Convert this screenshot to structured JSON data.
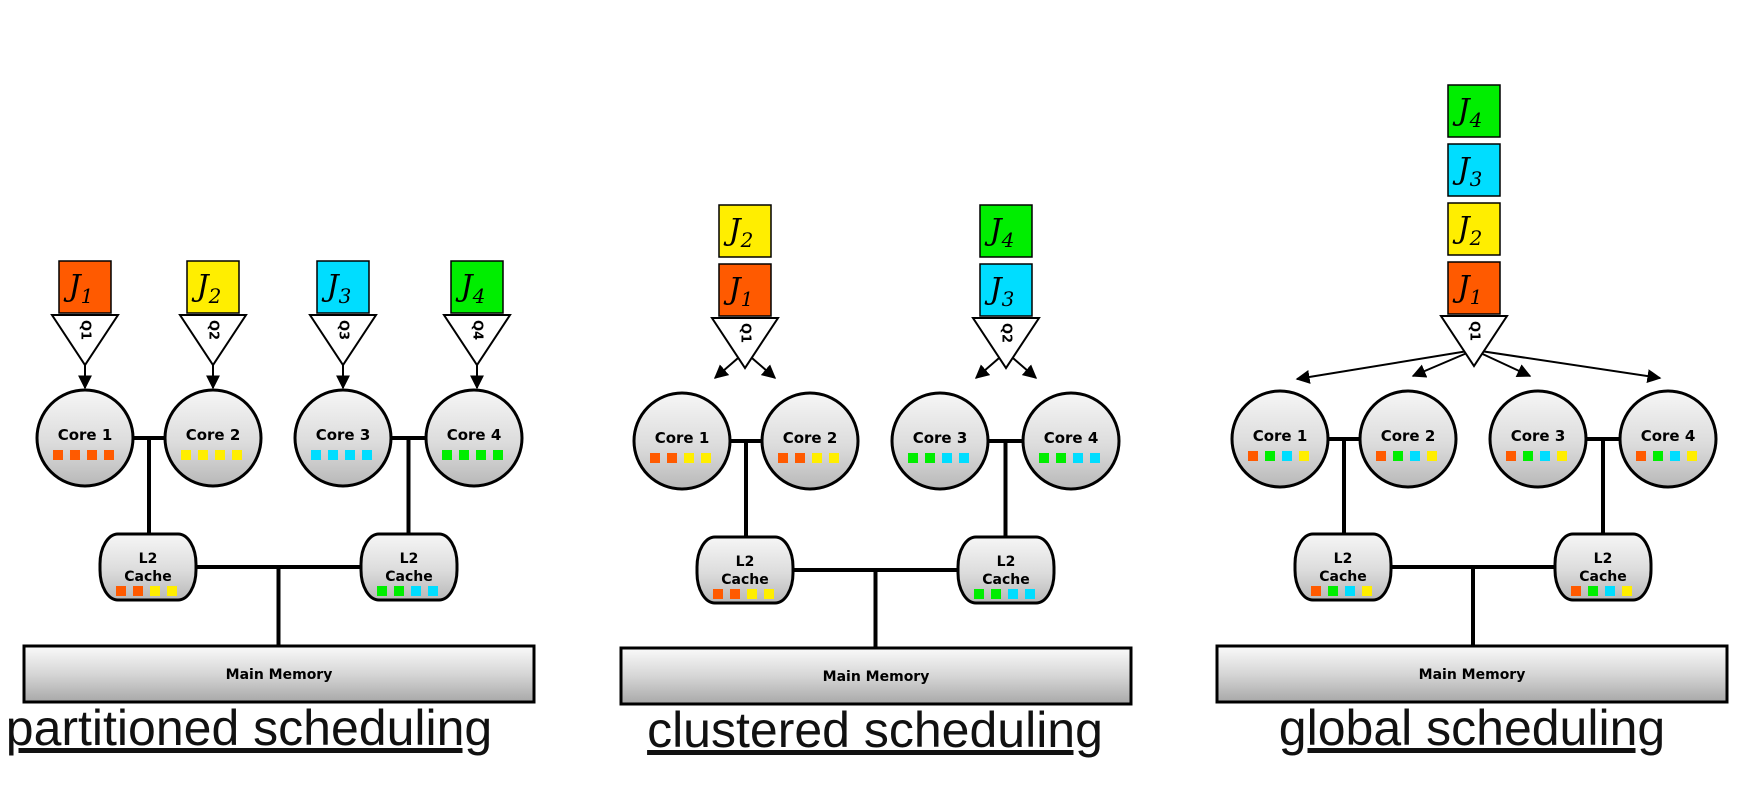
{
  "colors": {
    "J1": "#ff5a00",
    "J2": "#ffee00",
    "J3": "#00ddff",
    "J4": "#00ee00"
  },
  "labels": {
    "cores": [
      "Core 1",
      "Core 2",
      "Core 3",
      "Core 4"
    ],
    "cache_line1": "L2",
    "cache_line2": "Cache",
    "memory": "Main Memory"
  },
  "panels": [
    {
      "caption": "partitioned scheduling",
      "queues": [
        {
          "label": "Q1",
          "jobs": [
            "J1"
          ]
        },
        {
          "label": "Q2",
          "jobs": [
            "J2"
          ]
        },
        {
          "label": "Q3",
          "jobs": [
            "J3"
          ]
        },
        {
          "label": "Q4",
          "jobs": [
            "J4"
          ]
        }
      ],
      "core_dots": [
        [
          "J1",
          "J1",
          "J1",
          "J1"
        ],
        [
          "J2",
          "J2",
          "J2",
          "J2"
        ],
        [
          "J3",
          "J3",
          "J3",
          "J3"
        ],
        [
          "J4",
          "J4",
          "J4",
          "J4"
        ]
      ],
      "cache_dots": [
        [
          "J1",
          "J1",
          "J2",
          "J2"
        ],
        [
          "J4",
          "J4",
          "J3",
          "J3"
        ]
      ]
    },
    {
      "caption": "clustered scheduling",
      "queues": [
        {
          "label": "Q1",
          "jobs": [
            "J1",
            "J2"
          ]
        },
        {
          "label": "Q2",
          "jobs": [
            "J3",
            "J4"
          ]
        }
      ],
      "core_dots": [
        [
          "J1",
          "J1",
          "J2",
          "J2"
        ],
        [
          "J1",
          "J1",
          "J2",
          "J2"
        ],
        [
          "J4",
          "J4",
          "J3",
          "J3"
        ],
        [
          "J4",
          "J4",
          "J3",
          "J3"
        ]
      ],
      "cache_dots": [
        [
          "J1",
          "J1",
          "J2",
          "J2"
        ],
        [
          "J4",
          "J4",
          "J3",
          "J3"
        ]
      ]
    },
    {
      "caption": "global scheduling",
      "queues": [
        {
          "label": "Q1",
          "jobs": [
            "J1",
            "J2",
            "J3",
            "J4"
          ]
        }
      ],
      "core_dots": [
        [
          "J1",
          "J4",
          "J3",
          "J2"
        ],
        [
          "J1",
          "J4",
          "J3",
          "J2"
        ],
        [
          "J1",
          "J4",
          "J3",
          "J2"
        ],
        [
          "J1",
          "J4",
          "J3",
          "J2"
        ]
      ],
      "cache_dots": [
        [
          "J1",
          "J4",
          "J3",
          "J2"
        ],
        [
          "J1",
          "J4",
          "J3",
          "J2"
        ]
      ]
    }
  ]
}
